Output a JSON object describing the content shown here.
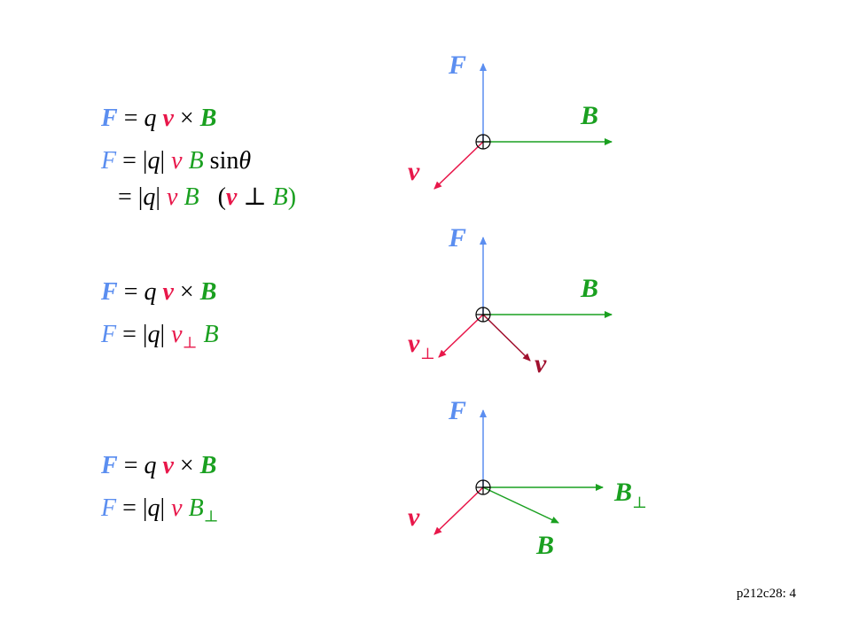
{
  "colors": {
    "force": "#5b8ef0",
    "velocity": "#e8174a",
    "velocity_dark": "#a0102e",
    "field": "#1aa020",
    "text": "#000000"
  },
  "section1": {
    "line1": {
      "F": "F",
      "eq": " = ",
      "q": "q",
      "v": " v ",
      "op": "×",
      "B": " B"
    },
    "line2": {
      "F": "F",
      "eq": " = |",
      "q": "q",
      "bar": "| ",
      "v": "v",
      "sp": " ",
      "B": "B",
      "sin": " sin",
      "theta": "θ"
    },
    "line3": {
      "eq": " = |",
      "q": "q",
      "bar": "| ",
      "v": "v",
      "sp": " ",
      "B": "B",
      "open": "   (",
      "vb": "v",
      "perp": " ⊥ ",
      "B2": "B",
      "close": ")"
    },
    "labels": {
      "F": "F",
      "B": "B",
      "v": "v"
    }
  },
  "section2": {
    "line1": {
      "F": "F",
      "eq": " = ",
      "q": "q",
      "v": " v ",
      "op": "×",
      "B": " B"
    },
    "line2": {
      "F": "F",
      "eq": " = |",
      "q": "q",
      "bar": "| ",
      "v": "v",
      "sub": "⊥",
      "B": " B"
    },
    "labels": {
      "F": "F",
      "B": "B",
      "vperp": "v",
      "vperp_sub": "⊥",
      "v": "v"
    }
  },
  "section3": {
    "line1": {
      "F": "F",
      "eq": " = ",
      "q": "q",
      "v": " v ",
      "op": "×",
      "B": " B"
    },
    "line2": {
      "F": "F",
      "eq": " = |",
      "q": "q",
      "bar": "| ",
      "v": "v",
      "sp": " ",
      "B": "B",
      "sub": "⊥"
    },
    "labels": {
      "F": "F",
      "Bperp": "B",
      "Bperp_sub": "⊥",
      "v": "v",
      "B": "B"
    }
  },
  "footer": "p212c28: 4"
}
